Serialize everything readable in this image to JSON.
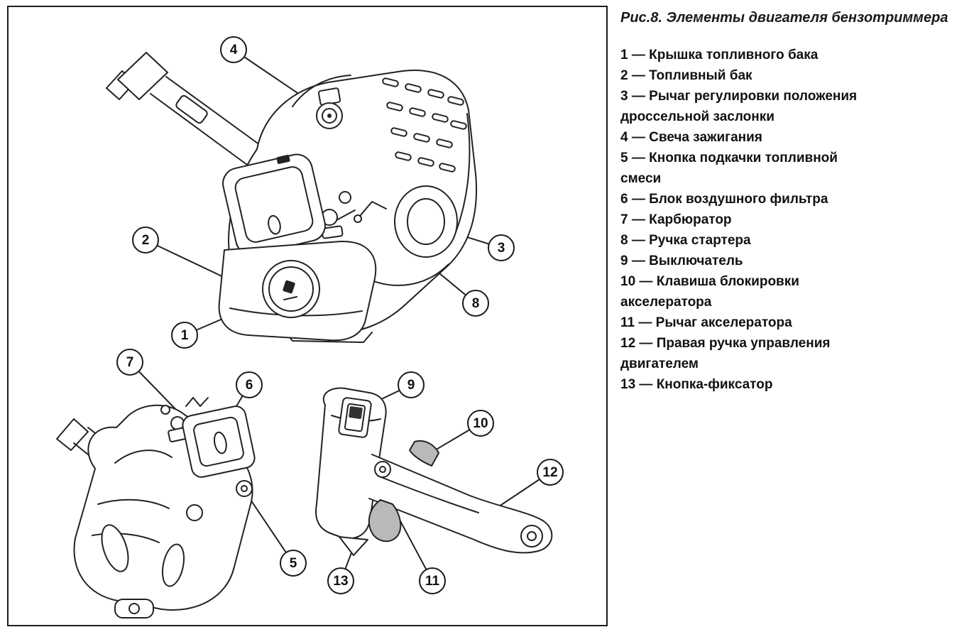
{
  "figure_title": "Рис.8. Элементы двигателя бензотриммера",
  "legend": [
    "1 — Крышка топливного бака",
    "2 — Топливный бак",
    "3 — Рычаг регулировки положения дроссельной заслонки",
    "4 — Свеча зажигания",
    "5 — Кнопка подкачки топливной смеси",
    "6 — Блок воздушного фильтра",
    "7 — Карбюратор",
    "8 — Ручка стартера",
    "9 — Выключатель",
    "10 — Клавиша блокировки акселератора",
    "11 — Рычаг акселератора",
    "12 — Правая ручка управления двигателем",
    "13 — Кнопка-фиксатор"
  ],
  "callouts": [
    "1",
    "2",
    "3",
    "4",
    "5",
    "6",
    "7",
    "8",
    "9",
    "10",
    "11",
    "12",
    "13"
  ],
  "colors": {
    "line_art": "#222222",
    "shaded_part": "#b9b9b9",
    "text": "#111111",
    "background": "#ffffff"
  }
}
